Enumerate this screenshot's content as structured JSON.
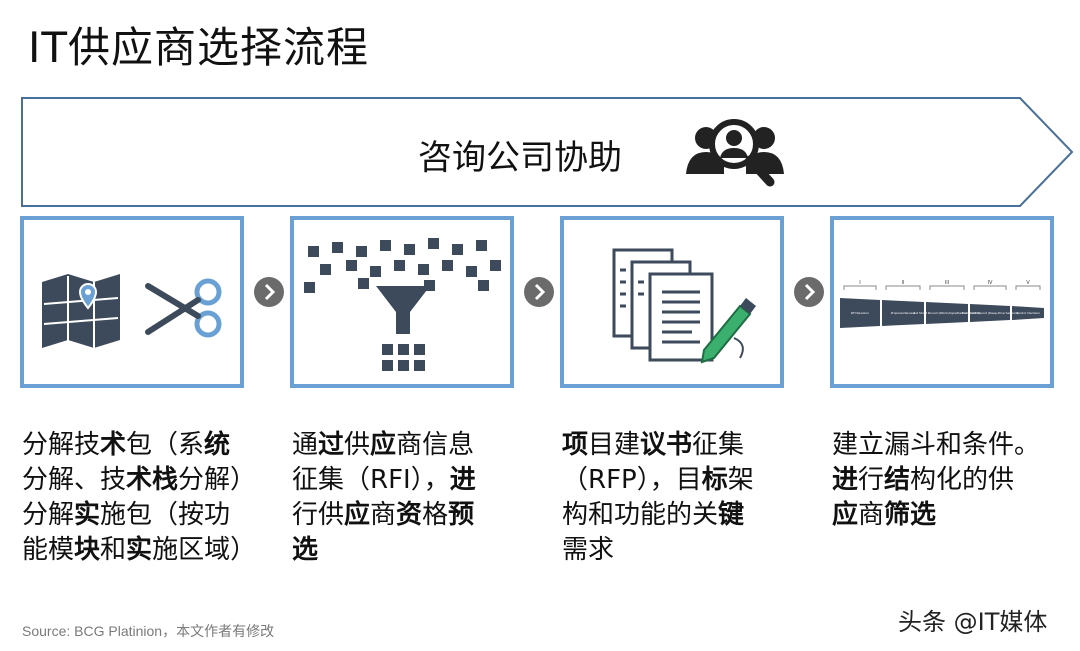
{
  "title": "IT供应商选择流程",
  "banner": {
    "label": "咨询公司协助",
    "icon": "people-search-icon"
  },
  "stages": [
    {
      "icon": "map-scissors-icon",
      "lines": [
        [
          {
            "t": "分解技",
            "b": false
          },
          {
            "t": "术",
            "b": true
          },
          {
            "t": "包（系",
            "b": false
          },
          {
            "t": "统",
            "b": true
          }
        ],
        [
          {
            "t": "分解、技",
            "b": false
          },
          {
            "t": "术栈",
            "b": true
          },
          {
            "t": "分解）",
            "b": false
          }
        ],
        [
          {
            "t": "分解",
            "b": false
          },
          {
            "t": "实",
            "b": true
          },
          {
            "t": "施包（按功",
            "b": false
          }
        ],
        [
          {
            "t": "能模",
            "b": false
          },
          {
            "t": "块",
            "b": true
          },
          {
            "t": "和",
            "b": false
          },
          {
            "t": "实",
            "b": true
          },
          {
            "t": "施区域）",
            "b": false
          }
        ]
      ]
    },
    {
      "icon": "funnel-icon",
      "lines": [
        [
          {
            "t": "通",
            "b": false
          },
          {
            "t": "过",
            "b": true
          },
          {
            "t": "供",
            "b": false
          },
          {
            "t": "应",
            "b": true
          },
          {
            "t": "商信息",
            "b": false
          }
        ],
        [
          {
            "t": "征集（RFI），",
            "b": false
          },
          {
            "t": "进",
            "b": true
          }
        ],
        [
          {
            "t": "行供",
            "b": false
          },
          {
            "t": "应",
            "b": true
          },
          {
            "t": "商",
            "b": false
          },
          {
            "t": "资",
            "b": true
          },
          {
            "t": "格",
            "b": false
          },
          {
            "t": "预",
            "b": true
          }
        ],
        [
          {
            "t": "选",
            "b": true
          }
        ]
      ]
    },
    {
      "icon": "documents-pen-icon",
      "lines": [
        [
          {
            "t": "项",
            "b": true
          },
          {
            "t": "目建",
            "b": false
          },
          {
            "t": "议书",
            "b": true
          },
          {
            "t": "征集",
            "b": false
          }
        ],
        [
          {
            "t": "（RFP），目",
            "b": false
          },
          {
            "t": "标",
            "b": true
          },
          {
            "t": "架",
            "b": false
          }
        ],
        [
          {
            "t": "构和功能的关",
            "b": false
          },
          {
            "t": "键",
            "b": true
          }
        ],
        [
          {
            "t": "需求",
            "b": false
          }
        ]
      ]
    },
    {
      "icon": "selection-steps-icon",
      "lines": [
        [
          {
            "t": "建立漏斗和条件。",
            "b": false
          }
        ],
        [
          {
            "t": "进",
            "b": true
          },
          {
            "t": "行",
            "b": false
          },
          {
            "t": "结",
            "b": true
          },
          {
            "t": "构化的供",
            "b": false
          }
        ],
        [
          {
            "t": "应",
            "b": true
          },
          {
            "t": "商",
            "b": false
          },
          {
            "t": "筛选",
            "b": true
          }
        ]
      ]
    }
  ],
  "mini_steps": {
    "numerals": [
      "I",
      "II",
      "III",
      "IV",
      "V"
    ],
    "labels": [
      "RFI Revision",
      "Proposal Review",
      "1st Short Round (Workshops/Demonstration)",
      "2nd Short Round (Deep-Dive Session)",
      "Vendor Decision"
    ]
  },
  "source": "Source: BCG Platinion，本文作者有修改",
  "watermark": "头条 @IT媒体",
  "colors": {
    "box_border": "#6aa0d4",
    "icon_dark": "#3d4a5c",
    "arrow_stroke": "#4a6f9a",
    "chevron_bg": "#6b6b6b"
  }
}
